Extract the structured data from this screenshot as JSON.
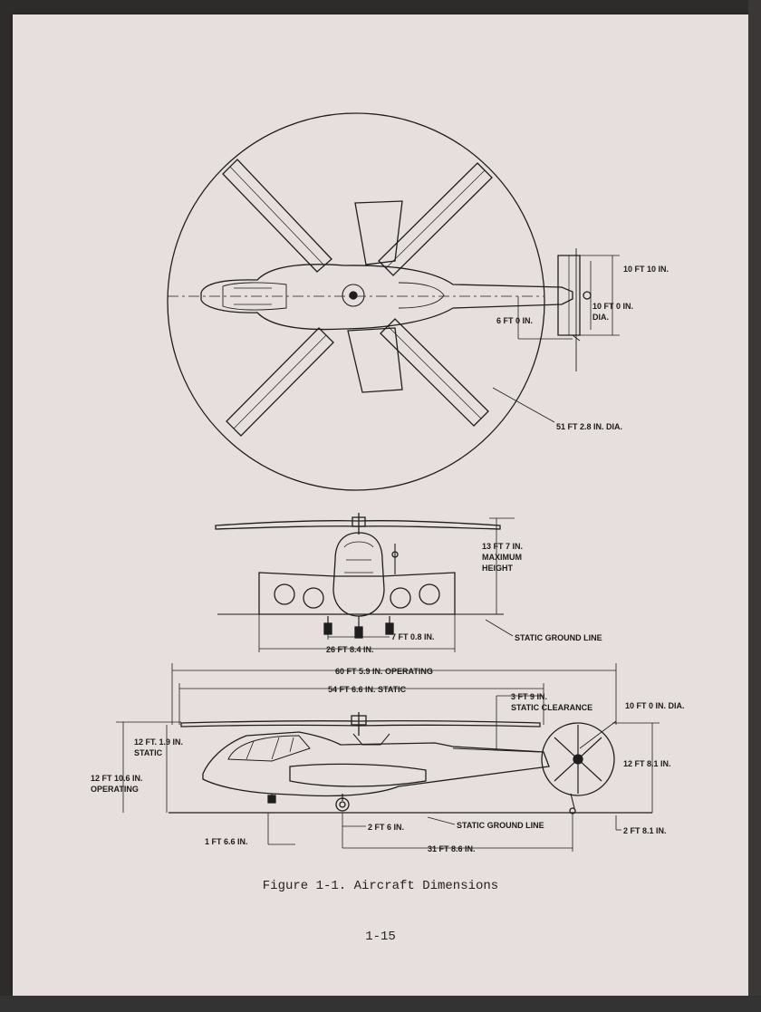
{
  "top_view": {
    "tail_span": "10 FT  10 IN.",
    "fan_diameter": "10 FT  0 IN.",
    "fan_dia_suffix": "DIA.",
    "tail_offset": "6 FT  0 IN.",
    "rotor_diameter": "51 FT 2.8 IN. DIA."
  },
  "front_view": {
    "height_line1": "13 FT  7 IN.",
    "height_line2": "MAXIMUM",
    "height_line3": "HEIGHT",
    "gear_track": "7 FT  0.8 IN.",
    "span": "26 FT  8.4 IN.",
    "ground_line": "STATIC GROUND LINE"
  },
  "side_view": {
    "length_operating": "60 FT  5.9 IN. OPERATING",
    "length_static": "54 FT  6.6 IN. STATIC",
    "clearance_line1": "3 FT  9 IN.",
    "clearance_line2": "STATIC CLEARANCE",
    "fan_diameter": "10 FT  0 IN. DIA.",
    "static_height_line1": "12 FT.  1.9 IN.",
    "static_height_line2": "STATIC",
    "operating_height_line1": "12 FT  10.6 IN.",
    "operating_height_line2": "OPERATING",
    "fan_height": "12 FT  8.1 IN.",
    "nose_height": "1 FT  6.6 IN.",
    "gear_offset": "2 FT  6 IN.",
    "ground_line": "STATIC GROUND LINE",
    "tail_ground": "2 FT  8.1 IN.",
    "wheelbase": "31 FT  8.6 IN."
  },
  "caption": "Figure 1-1.  Aircraft Dimensions",
  "page_number": "1-15"
}
